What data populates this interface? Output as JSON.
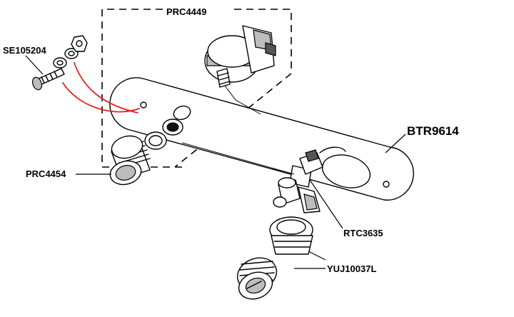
{
  "diagram": {
    "labels": {
      "switch": "PRC4449",
      "screw": "SE105204",
      "plate": "BTR9614",
      "lighter_element": "PRC4454",
      "bulb_holder": "RTC3635",
      "lighter_socket": "YUJ10037L"
    },
    "colors": {
      "line": "#000000",
      "background": "#ffffff",
      "fixing_lines": "#e32222",
      "shading": "#bdbdbd"
    }
  }
}
